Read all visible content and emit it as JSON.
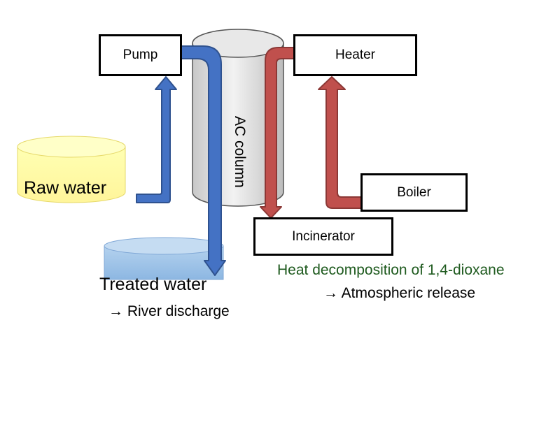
{
  "labels": {
    "pump": "Pump",
    "heater": "Heater",
    "boiler": "Boiler",
    "incinerator": "Incinerator",
    "ac_column": "AC column",
    "raw_water": "Raw water",
    "treated_water": "Treated water",
    "river_discharge": "→ River discharge",
    "heat_decomposition": "Heat decomposition of 1,4-dioxane",
    "atmospheric_release": "→ Atmospheric release"
  },
  "colors": {
    "water_arrow": "#4472C4",
    "heat_arrow": "#C0504D",
    "raw_water_tank": "#FFFFB3",
    "treated_water_tank": "#9DC3E6",
    "column": "#D9D9D9",
    "decomposition_text": "#1E5A1E"
  }
}
